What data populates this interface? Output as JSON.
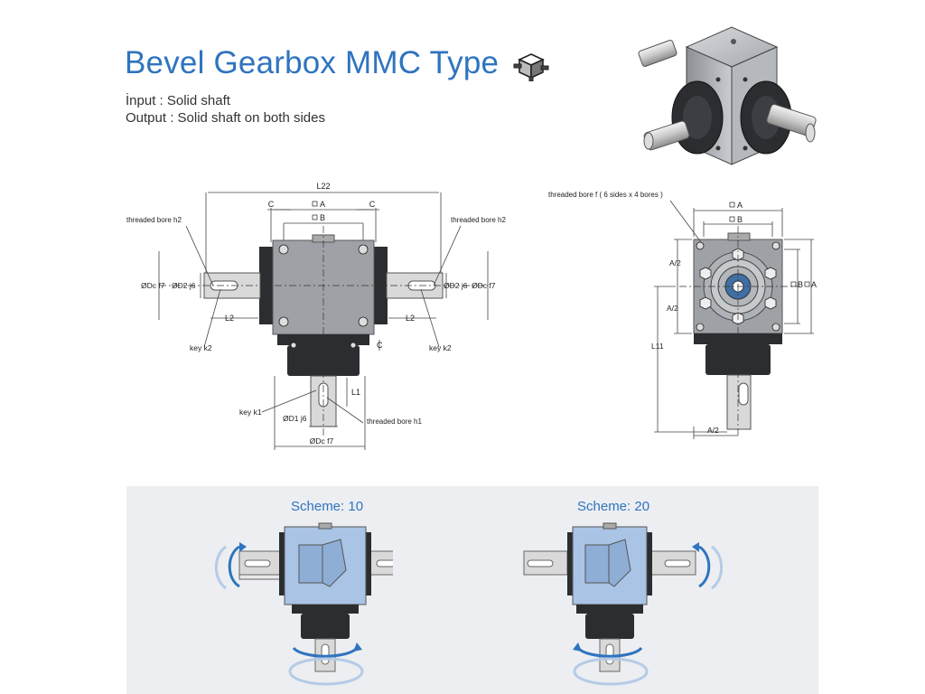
{
  "header": {
    "title": "Bevel Gearbox MMC Type",
    "input_line": "İnput : Solid shaft",
    "output_line": "Output : Solid shaft on both sides"
  },
  "icons": {
    "title_icon": "gearbox-cube-icon"
  },
  "drawing_front": {
    "L22": "L22",
    "C": "C",
    "A": "A",
    "B": "B",
    "threaded_bore_h2": "threaded bore h2",
    "Dc_f7": "ØDc f7",
    "D2_j6": "ØD2 j6",
    "L2": "L2",
    "key_k2": "key k2",
    "L1": "L1",
    "key_k1": "key k1",
    "D1_j6": "ØD1 j6",
    "threaded_bore_h1": "threaded bore h1"
  },
  "drawing_side": {
    "threaded_bore_f": "threaded bore f ( 6 sides x 4 bores )",
    "A": "A",
    "B": "B",
    "A_half": "A/2",
    "L11": "L11"
  },
  "schemes": [
    {
      "label": "Scheme: 10"
    },
    {
      "label": "Scheme: 20"
    }
  ],
  "colors": {
    "accent_blue": "#2f74bf",
    "housing_gray": "#9ea2a7",
    "scheme_blue": "#a9c4e4",
    "panel_bg": "#eceef1",
    "dark_flange": "#2b2d30"
  }
}
